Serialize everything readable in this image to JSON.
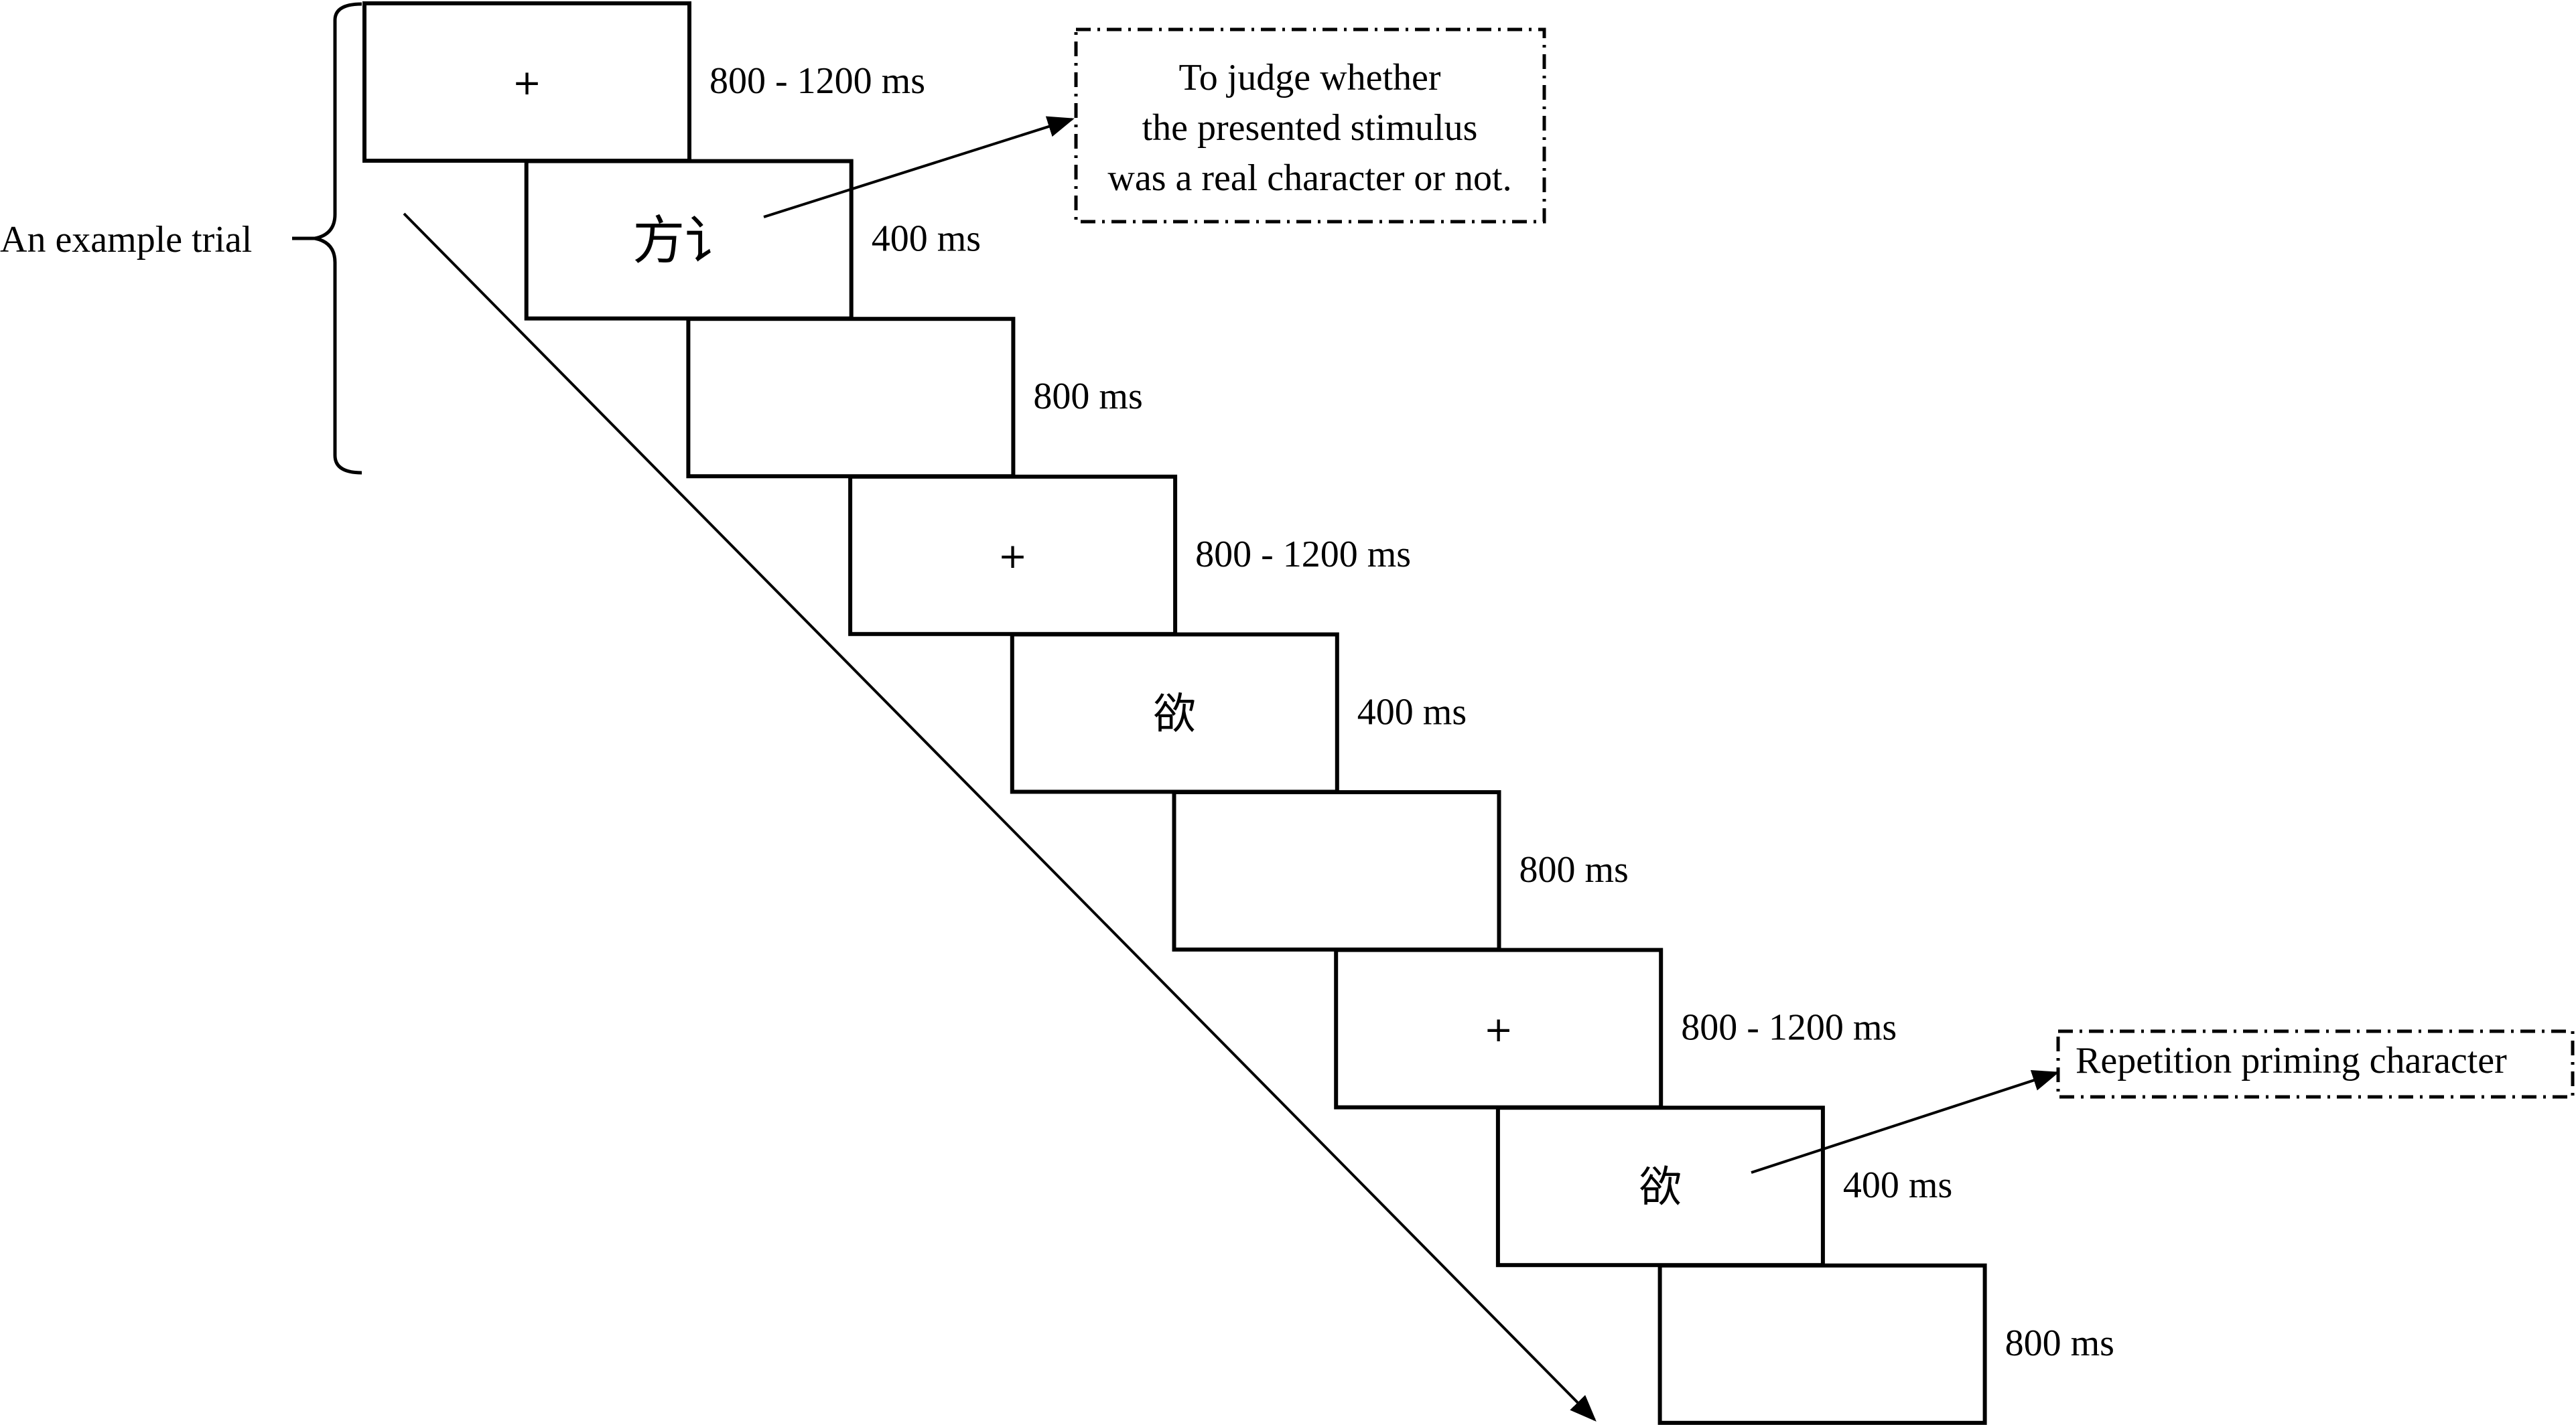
{
  "diagram": {
    "trial_label": "An example trial",
    "screens": [
      {
        "stimulus": "+",
        "stimulus_type": "fixation",
        "duration": "800 - 1200 ms"
      },
      {
        "stimulus": "方讠",
        "stimulus_type": "character",
        "duration": "400 ms"
      },
      {
        "stimulus": "",
        "stimulus_type": "blank",
        "duration": "800 ms"
      },
      {
        "stimulus": "+",
        "stimulus_type": "fixation",
        "duration": "800 - 1200 ms"
      },
      {
        "stimulus": "欲",
        "stimulus_type": "character",
        "duration": "400 ms"
      },
      {
        "stimulus": "",
        "stimulus_type": "blank",
        "duration": "800 ms"
      },
      {
        "stimulus": "+",
        "stimulus_type": "fixation",
        "duration": "800 - 1200 ms"
      },
      {
        "stimulus": "欲",
        "stimulus_type": "character",
        "duration": "400 ms"
      },
      {
        "stimulus": "",
        "stimulus_type": "blank",
        "duration": "800 ms"
      }
    ],
    "annotations": [
      {
        "id": "task",
        "lines": [
          "To judge whether",
          "the presented stimulus",
          "was a real character or not."
        ],
        "points_to_screen": 2
      },
      {
        "id": "priming",
        "lines": [
          "Repetition priming character"
        ],
        "points_to_screen": 8
      }
    ],
    "colors": {
      "stroke": "#000000",
      "background": "#ffffff"
    }
  }
}
